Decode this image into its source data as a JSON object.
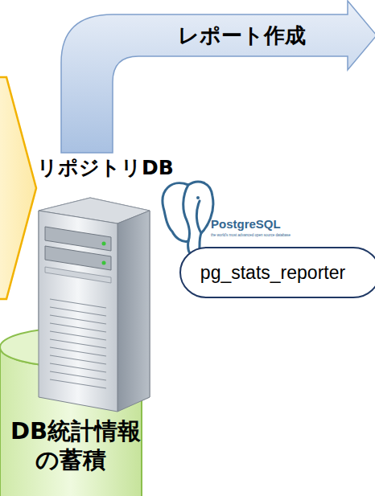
{
  "diagram": {
    "nodes": [
      {
        "text": [
          "レポート作成"
        ]
      },
      {
        "text": [
          "pg_stats_reporter"
        ]
      },
      {
        "text": [
          "DB統計情報 の蓄積"
        ]
      }
    ],
    "labels": [
      "リポジトリDB",
      "PostgreSQL",
      "the world's most advanced open source database"
    ]
  }
}
